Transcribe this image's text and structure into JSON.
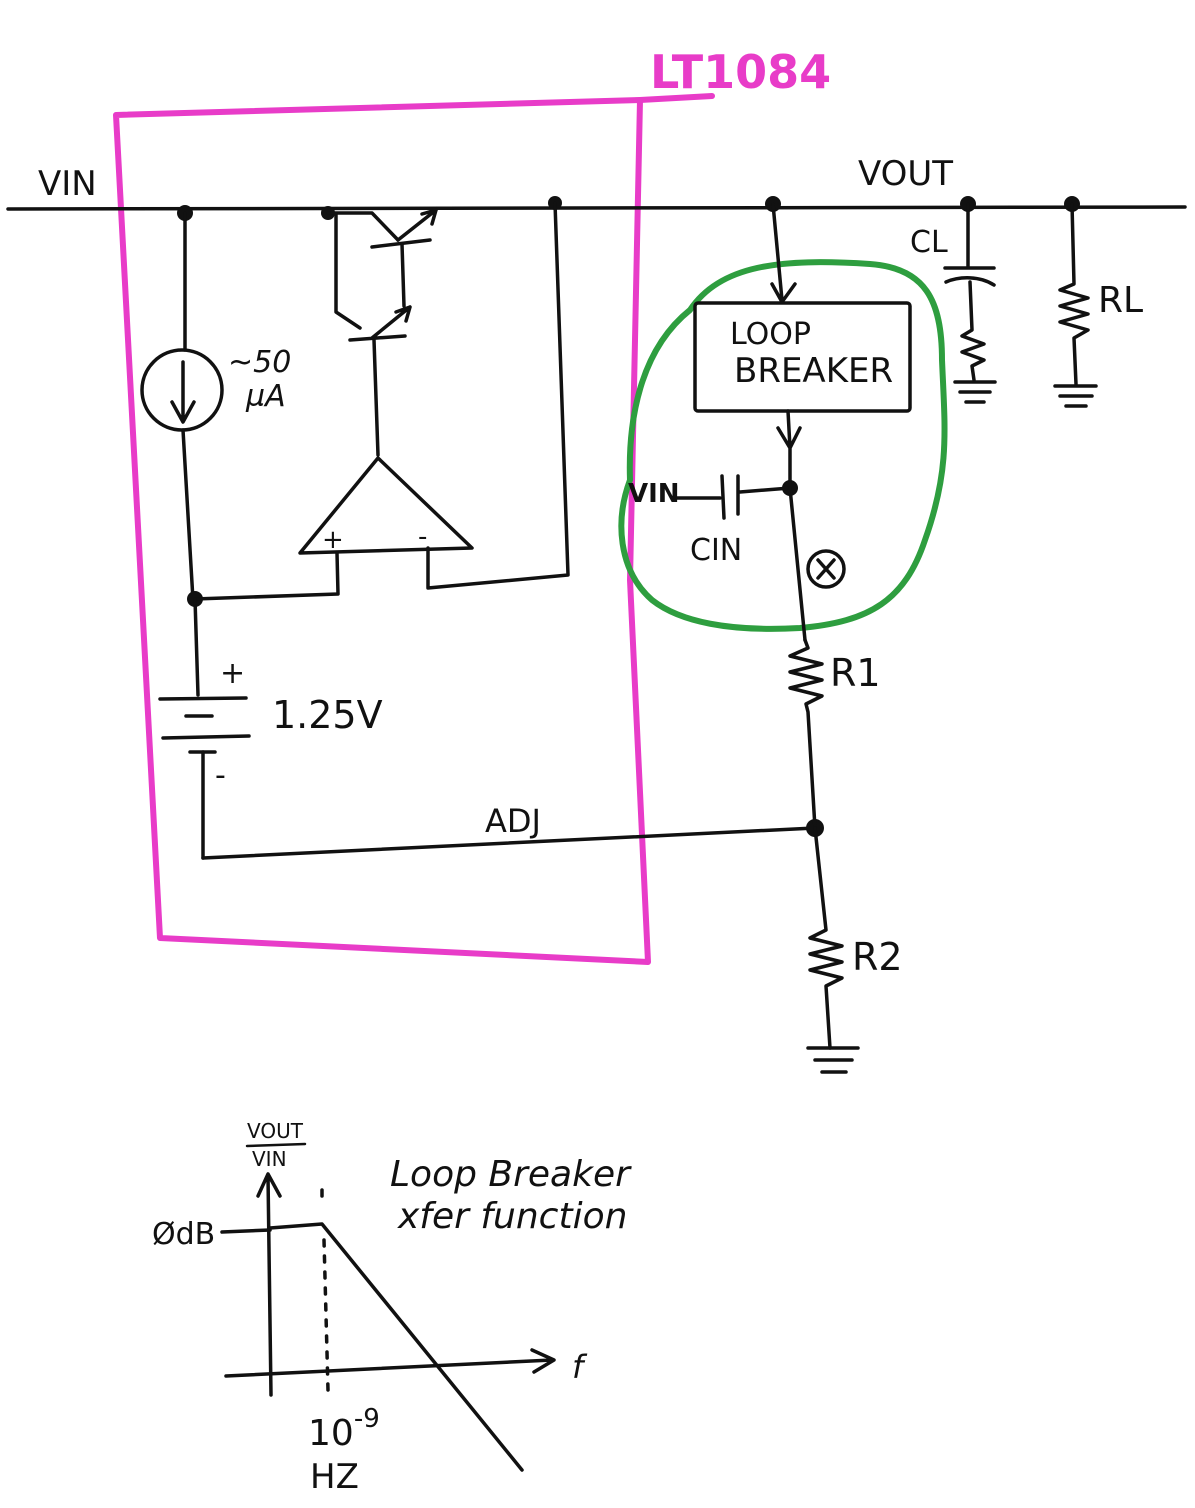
{
  "colors": {
    "ink": "#111111",
    "chip_outline": "#e83cc8",
    "loop_breaker_outline": "#2e9e3f",
    "background": "#ffffff"
  },
  "chip": {
    "part_number": "LT1084"
  },
  "nets": {
    "vin": "VIN",
    "vout": "VOUT",
    "adj": "ADJ"
  },
  "current_source": {
    "label_line1": "~50",
    "label_line2": "µA"
  },
  "reference": {
    "value": "1.25V",
    "plus": "+",
    "minus": "-"
  },
  "opamp": {
    "plus": "+",
    "minus": "-"
  },
  "loop_breaker": {
    "line1": "LOOP",
    "line2": "BREAKER",
    "input_label": "VIN",
    "cap_label": "CIN",
    "probe_symbol": "⊗"
  },
  "components": {
    "r1": "R1",
    "r2": "R2",
    "cl": "CL",
    "rl": "RL"
  },
  "graph": {
    "y_label_top": "VOUT",
    "y_label_bottom": "VIN",
    "zero_db": "ØdB",
    "x_label": "f",
    "corner_freq": "10",
    "corner_exp": "-9",
    "corner_unit": "HZ",
    "caption_line1": "Loop Breaker",
    "caption_line2": "xfer function"
  }
}
